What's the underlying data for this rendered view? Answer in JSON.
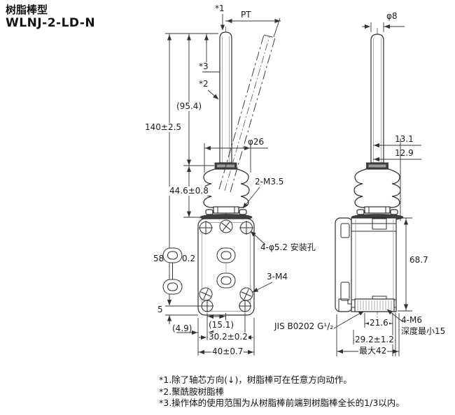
{
  "title": {
    "type_label": "树脂棒型",
    "model": "WLNJ-2-LD-N"
  },
  "front_view": {
    "labels": {
      "ref1": "*1",
      "pt": "PT",
      "ref3": "*3",
      "ref2": "*2",
      "rod_length": "(95.4)",
      "total_length": "140±2.5",
      "bellows_dia": "φ26",
      "bellows_length": "44.6±0.8",
      "head_screws": "2-M3.5",
      "hole_pitch_v": "58",
      "hole_pitch_v_tol": "0.2",
      "bottom_offset": "5",
      "edge_offset": "(4.9)",
      "hole_offset": "(15.1)",
      "hole_pitch_h": "30.2±0.2",
      "body_width": "40±0.7",
      "mounting_holes": "4-φ5.2 安装孔",
      "body_screws": "3-M4",
      "conduit_thread": "JIS B0202 G¹/₂"
    }
  },
  "side_view": {
    "labels": {
      "rod_dia": "φ8",
      "head_offset_1": "13.1",
      "head_offset_2": "12.9",
      "body_height": "68.7",
      "conduit_len": "21.6",
      "mount_depth": "29.2±1.2",
      "max_depth": "最大42",
      "mount_thread": "4-M6",
      "thread_depth": "深度最小15"
    }
  },
  "notes": {
    "note1": "*1.除了轴芯方向(↓)，树脂棒可在任意方向动作。",
    "note2": "*2.聚酰胺树脂棒",
    "note3": "*3.操作体的使用范围为从树脂棒前端到树脂棒全长的1/3以内。"
  }
}
